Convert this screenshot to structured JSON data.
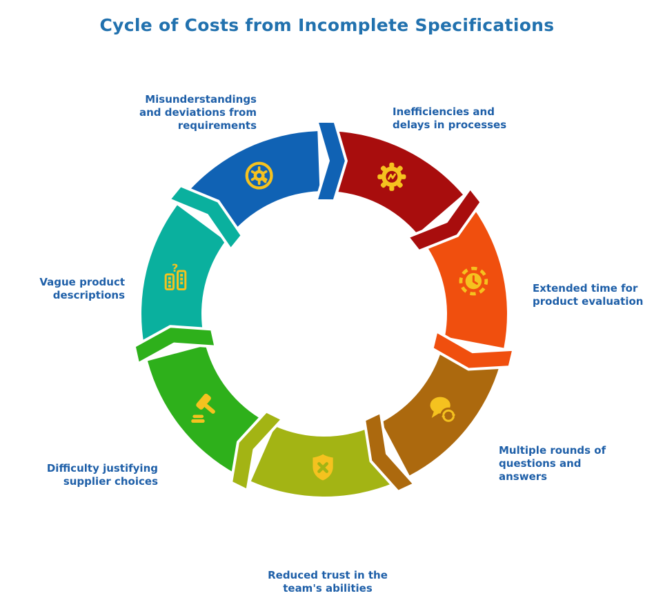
{
  "colors": {
    "title": "#2171ae",
    "label": "#1e5fa8",
    "background": "#ffffff"
  },
  "chart_data": {
    "type": "cycle-diagram",
    "title": "Cycle of Costs from Incomplete Specifications",
    "direction": "clockwise",
    "segment_count": 7,
    "icon_color": "#f5c21f",
    "segments": [
      {
        "id": "inefficiencies-delays",
        "label": "Inefficiencies and\ndelays in processes",
        "color": "#a80d0d",
        "icon": "gear-pulse"
      },
      {
        "id": "extended-evaluation-time",
        "label": "Extended time for\nproduct evaluation",
        "color": "#f04f0e",
        "icon": "clock-dashed"
      },
      {
        "id": "multiple-qa-rounds",
        "label": "Multiple rounds of\nquestions and\nanswers",
        "color": "#ac690e",
        "icon": "chat-sync"
      },
      {
        "id": "reduced-trust",
        "label": "Reduced trust in the\nteam's abilities",
        "color": "#a3b414",
        "icon": "shield-x"
      },
      {
        "id": "difficulty-justifying-suppliers",
        "label": "Difficulty justifying\nsupplier choices",
        "color": "#2eb01b",
        "icon": "gavel"
      },
      {
        "id": "vague-descriptions",
        "label": "Vague product\ndescriptions",
        "color": "#0ab09e",
        "icon": "docs-question"
      },
      {
        "id": "misunderstandings-deviations",
        "label": "Misunderstandings\nand deviations from\nrequirements",
        "color": "#1062b4",
        "icon": "gear-ring"
      }
    ]
  }
}
